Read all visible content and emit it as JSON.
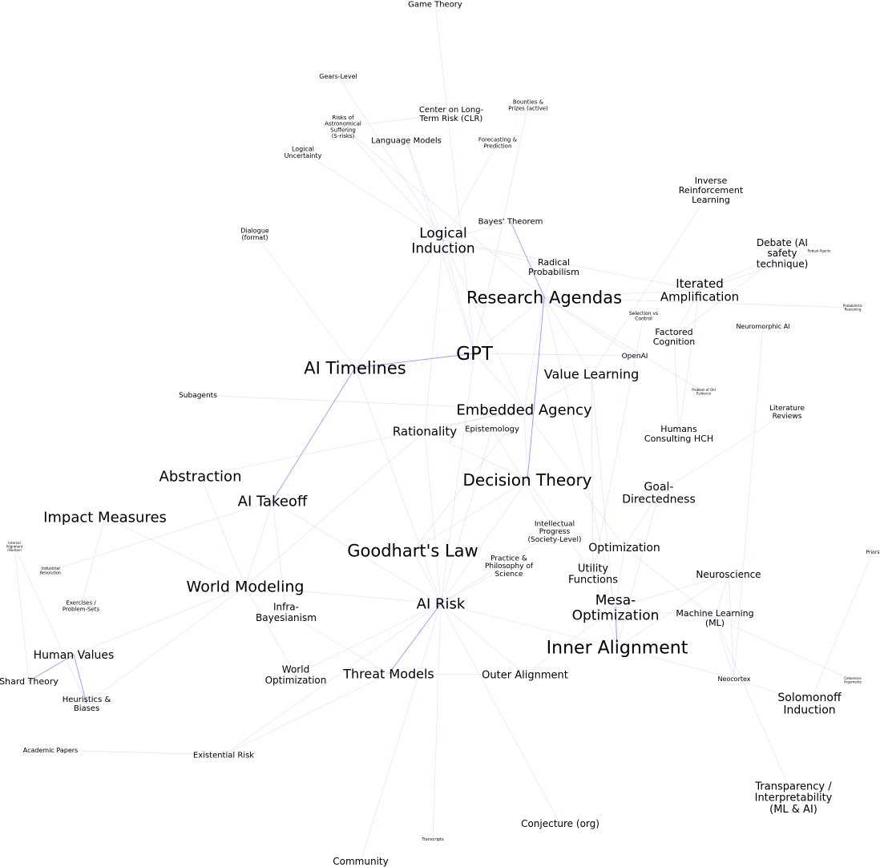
{
  "graph": {
    "edge_color": "#0000ff",
    "background": "#ffffff",
    "nodes": [
      {
        "label": "Game Theory"
      },
      {
        "label": "Gears-Level"
      },
      {
        "label": "Center on Long-\nTerm Risk (CLR)"
      },
      {
        "label": "Bounties &\nPrizes (active)"
      },
      {
        "label": "Risks of\nAstronomical\nSuffering\n(S-risks)"
      },
      {
        "label": "Language Models"
      },
      {
        "label": "Forecasting &\nPrediction"
      },
      {
        "label": "Logical\nUncertainty"
      },
      {
        "label": "Inverse\nReinforcement\nLearning"
      },
      {
        "label": "Dialogue\n(format)"
      },
      {
        "label": "Bayes' Theorem"
      },
      {
        "label": "Logical\nInduction"
      },
      {
        "label": "Debate (AI\nsafety\ntechnique)"
      },
      {
        "label": "Robust Agents"
      },
      {
        "label": "Radical\nProbabilism"
      },
      {
        "label": "Iterated\nAmplification"
      },
      {
        "label": "Research Agendas"
      },
      {
        "label": "Probabilistic\nReasoning"
      },
      {
        "label": "Selection vs\nControl"
      },
      {
        "label": "Factored\nCognition"
      },
      {
        "label": "Neuromorphic AI"
      },
      {
        "label": "GPT"
      },
      {
        "label": "AI Timelines"
      },
      {
        "label": "OpenAI"
      },
      {
        "label": "Value Learning"
      },
      {
        "label": "Problem of Old\nEvidence"
      },
      {
        "label": "Subagents"
      },
      {
        "label": "Literature\nReviews"
      },
      {
        "label": "Embedded Agency"
      },
      {
        "label": "Epistemology"
      },
      {
        "label": "Rationality"
      },
      {
        "label": "Humans\nConsulting HCH"
      },
      {
        "label": "Decision Theory"
      },
      {
        "label": "Goal-\nDirectedness"
      },
      {
        "label": "Abstraction"
      },
      {
        "label": "AI Takeoff"
      },
      {
        "label": "Impact Measures"
      },
      {
        "label": "Internal\nAlignment\n(Human)"
      },
      {
        "label": "Industrial\nRevolution"
      },
      {
        "label": "Intellectual\nProgress\n(Society-Level)"
      },
      {
        "label": "Practice &\nPhilosophy of\nScience"
      },
      {
        "label": "Goodhart's Law"
      },
      {
        "label": "Optimization"
      },
      {
        "label": "Priors"
      },
      {
        "label": "Utility\nFunctions"
      },
      {
        "label": "Neuroscience"
      },
      {
        "label": "World Modeling"
      },
      {
        "label": "Exercises /\nProblem-Sets"
      },
      {
        "label": "Mesa-\nOptimization"
      },
      {
        "label": "AI Risk"
      },
      {
        "label": "Infra-\nBayesianism"
      },
      {
        "label": "Machine Learning\n(ML)"
      },
      {
        "label": "Inner Alignment"
      },
      {
        "label": "Human Values"
      },
      {
        "label": "Outer Alignment"
      },
      {
        "label": "World\nOptimization"
      },
      {
        "label": "Threat Models"
      },
      {
        "label": "Neocortex"
      },
      {
        "label": "Coherence\nArguments"
      },
      {
        "label": "Shard Theory"
      },
      {
        "label": "Solomonoff\nInduction"
      },
      {
        "label": "Heuristics &\nBiases"
      },
      {
        "label": "Academic Papers"
      },
      {
        "label": "Existential Risk"
      },
      {
        "label": "Transparency /\nInterpretability\n(ML & AI)"
      },
      {
        "label": "Conjecture (org)"
      },
      {
        "label": "Transcripts"
      },
      {
        "label": "Community"
      }
    ],
    "edges": [
      [
        0,
        21,
        1
      ],
      [
        1,
        11,
        1
      ],
      [
        2,
        4,
        1
      ],
      [
        3,
        21,
        1
      ],
      [
        4,
        11,
        1
      ],
      [
        4,
        16,
        1
      ],
      [
        5,
        11,
        1
      ],
      [
        5,
        21,
        1
      ],
      [
        6,
        11,
        1
      ],
      [
        7,
        11,
        1
      ],
      [
        8,
        24,
        1
      ],
      [
        9,
        22,
        1
      ],
      [
        10,
        11,
        1
      ],
      [
        10,
        16,
        2
      ],
      [
        11,
        14,
        1
      ],
      [
        11,
        21,
        1
      ],
      [
        11,
        30,
        1
      ],
      [
        11,
        22,
        1
      ],
      [
        11,
        28,
        1
      ],
      [
        11,
        15,
        1
      ],
      [
        12,
        15,
        1
      ],
      [
        12,
        19,
        1
      ],
      [
        13,
        15,
        1
      ],
      [
        14,
        16,
        1
      ],
      [
        15,
        16,
        1
      ],
      [
        15,
        31,
        1
      ],
      [
        15,
        19,
        1
      ],
      [
        16,
        17,
        1
      ],
      [
        16,
        21,
        1
      ],
      [
        16,
        32,
        2
      ],
      [
        16,
        28,
        1
      ],
      [
        16,
        24,
        1
      ],
      [
        16,
        25,
        1
      ],
      [
        16,
        48,
        1
      ],
      [
        16,
        23,
        1
      ],
      [
        21,
        22,
        2
      ],
      [
        21,
        23,
        1
      ],
      [
        21,
        28,
        1
      ],
      [
        21,
        49,
        1
      ],
      [
        22,
        35,
        2
      ],
      [
        22,
        49,
        1
      ],
      [
        26,
        28,
        1
      ],
      [
        27,
        33,
        1
      ],
      [
        28,
        30,
        1
      ],
      [
        28,
        32,
        1
      ],
      [
        28,
        24,
        1
      ],
      [
        28,
        41,
        1
      ],
      [
        28,
        42,
        1
      ],
      [
        28,
        34,
        1
      ],
      [
        29,
        49,
        1
      ],
      [
        29,
        39,
        1
      ],
      [
        30,
        46,
        1
      ],
      [
        30,
        32,
        1
      ],
      [
        30,
        49,
        1
      ],
      [
        18,
        44,
        1
      ],
      [
        19,
        31,
        1
      ],
      [
        20,
        57,
        1
      ],
      [
        24,
        44,
        1
      ],
      [
        24,
        52,
        1
      ],
      [
        32,
        44,
        1
      ],
      [
        32,
        41,
        1
      ],
      [
        32,
        49,
        1
      ],
      [
        33,
        52,
        1
      ],
      [
        33,
        42,
        1
      ],
      [
        34,
        46,
        1
      ],
      [
        35,
        46,
        1
      ],
      [
        35,
        49,
        1
      ],
      [
        35,
        50,
        1
      ],
      [
        35,
        38,
        1
      ],
      [
        36,
        47,
        1
      ],
      [
        36,
        46,
        1
      ],
      [
        37,
        59,
        1
      ],
      [
        37,
        61,
        1
      ],
      [
        40,
        49,
        1
      ],
      [
        39,
        49,
        1
      ],
      [
        41,
        49,
        1
      ],
      [
        42,
        51,
        1
      ],
      [
        42,
        48,
        1
      ],
      [
        43,
        60,
        1
      ],
      [
        44,
        52,
        1
      ],
      [
        45,
        52,
        1
      ],
      [
        45,
        57,
        1
      ],
      [
        45,
        51,
        1
      ],
      [
        46,
        53,
        1
      ],
      [
        46,
        55,
        1
      ],
      [
        46,
        49,
        1
      ],
      [
        46,
        61,
        1
      ],
      [
        48,
        52,
        2
      ],
      [
        48,
        54,
        1
      ],
      [
        48,
        45,
        1
      ],
      [
        49,
        56,
        2
      ],
      [
        49,
        54,
        1
      ],
      [
        49,
        65,
        1
      ],
      [
        49,
        66,
        1
      ],
      [
        49,
        63,
        1
      ],
      [
        49,
        52,
        1
      ],
      [
        50,
        56,
        1
      ],
      [
        51,
        57,
        1
      ],
      [
        51,
        64,
        1
      ],
      [
        51,
        58,
        1
      ],
      [
        53,
        59,
        2
      ],
      [
        53,
        61,
        2
      ],
      [
        54,
        56,
        1
      ],
      [
        55,
        49,
        1
      ],
      [
        57,
        60,
        1
      ],
      [
        62,
        63,
        1
      ],
      [
        63,
        56,
        1
      ],
      [
        67,
        49,
        1
      ],
      [
        52,
        57,
        1
      ],
      [
        48,
        51,
        1
      ]
    ]
  }
}
